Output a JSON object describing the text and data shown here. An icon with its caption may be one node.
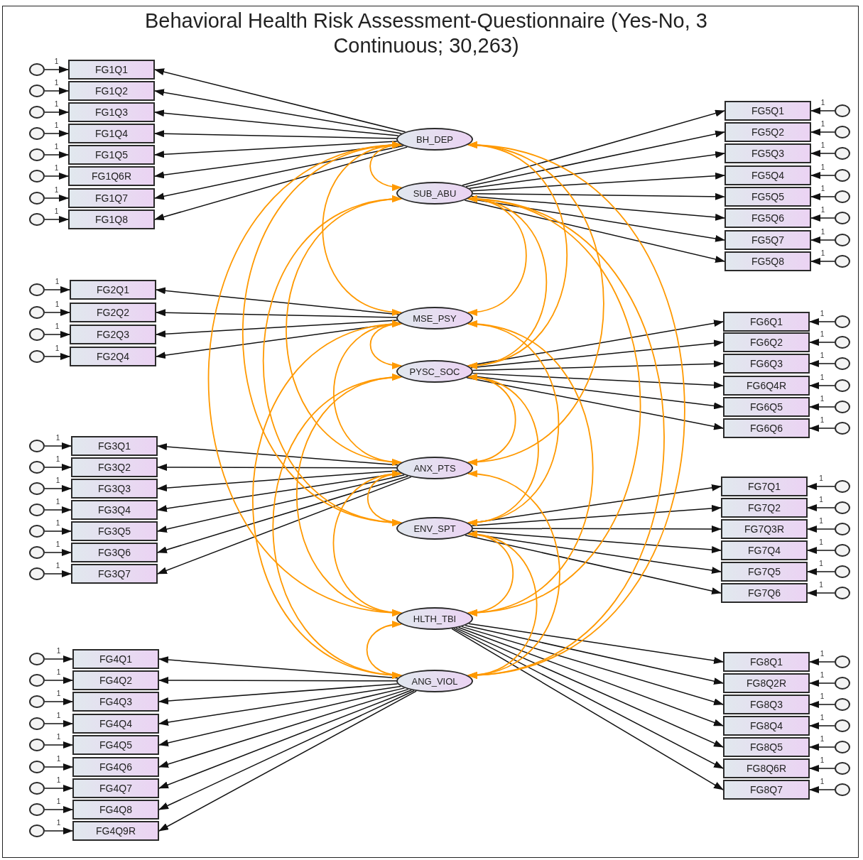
{
  "diagram": {
    "title": "Behavioral Health Risk Assessment-Questionnaire (Yes-No, 3 Continuous; 30,263)",
    "nodes": [
      {
        "text": [
          "BH_DEP"
        ]
      },
      {
        "text": [
          "SUB_ABU"
        ]
      },
      {
        "text": [
          "MSE_PSY"
        ]
      },
      {
        "text": [
          "PYSC_SOC"
        ]
      },
      {
        "text": [
          "ANX_PTS"
        ]
      },
      {
        "text": [
          "ENV_SPT"
        ]
      },
      {
        "text": [
          "HLTH_TBI"
        ]
      },
      {
        "text": [
          "ANG_VIOL"
        ]
      },
      {
        "text": [
          "FG1Q1"
        ]
      },
      {
        "text": [
          "FG1Q2"
        ]
      },
      {
        "text": [
          "FG1Q3"
        ]
      },
      {
        "text": [
          "FG1Q4"
        ]
      },
      {
        "text": [
          "FG1Q5"
        ]
      },
      {
        "text": [
          "FG1Q6R"
        ]
      },
      {
        "text": [
          "FG1Q7"
        ]
      },
      {
        "text": [
          "FG1Q8"
        ]
      },
      {
        "text": [
          "FG2Q1"
        ]
      },
      {
        "text": [
          "FG2Q2"
        ]
      },
      {
        "text": [
          "FG2Q3"
        ]
      },
      {
        "text": [
          "FG2Q4"
        ]
      },
      {
        "text": [
          "FG3Q1"
        ]
      },
      {
        "text": [
          "FG3Q2"
        ]
      },
      {
        "text": [
          "FG3Q3"
        ]
      },
      {
        "text": [
          "FG3Q4"
        ]
      },
      {
        "text": [
          "FG3Q5"
        ]
      },
      {
        "text": [
          "FG3Q6"
        ]
      },
      {
        "text": [
          "FG3Q7"
        ]
      },
      {
        "text": [
          "FG4Q1"
        ]
      },
      {
        "text": [
          "FG4Q2"
        ]
      },
      {
        "text": [
          "FG4Q3"
        ]
      },
      {
        "text": [
          "FG4Q4"
        ]
      },
      {
        "text": [
          "FG4Q5"
        ]
      },
      {
        "text": [
          "FG4Q6"
        ]
      },
      {
        "text": [
          "FG4Q7"
        ]
      },
      {
        "text": [
          "FG4Q8"
        ]
      },
      {
        "text": [
          "FG4Q9R"
        ]
      },
      {
        "text": [
          "FG5Q1"
        ]
      },
      {
        "text": [
          "FG5Q2"
        ]
      },
      {
        "text": [
          "FG5Q3"
        ]
      },
      {
        "text": [
          "FG5Q4"
        ]
      },
      {
        "text": [
          "FG5Q5"
        ]
      },
      {
        "text": [
          "FG5Q6"
        ]
      },
      {
        "text": [
          "FG5Q7"
        ]
      },
      {
        "text": [
          "FG5Q8"
        ]
      },
      {
        "text": [
          "FG6Q1"
        ]
      },
      {
        "text": [
          "FG6Q2"
        ]
      },
      {
        "text": [
          "FG6Q3"
        ]
      },
      {
        "text": [
          "FG6Q4R"
        ]
      },
      {
        "text": [
          "FG6Q5"
        ]
      },
      {
        "text": [
          "FG6Q6"
        ]
      },
      {
        "text": [
          "FG7Q1"
        ]
      },
      {
        "text": [
          "FG7Q2"
        ]
      },
      {
        "text": [
          "FG7Q3R"
        ]
      },
      {
        "text": [
          "FG7Q4"
        ]
      },
      {
        "text": [
          "FG7Q5"
        ]
      },
      {
        "text": [
          "FG7Q6"
        ]
      },
      {
        "text": [
          "FG8Q1"
        ]
      },
      {
        "text": [
          "FG8Q2R"
        ]
      },
      {
        "text": [
          "FG8Q3"
        ]
      },
      {
        "text": [
          "FG8Q4"
        ]
      },
      {
        "text": [
          "FG8Q5"
        ]
      },
      {
        "text": [
          "FG8Q6R"
        ]
      },
      {
        "text": [
          "FG8Q7"
        ]
      },
      {
        "text": [],
        "shape": "circle"
      },
      {
        "text": [],
        "shape": "circle"
      },
      {
        "text": [],
        "shape": "circle"
      },
      {
        "text": [],
        "shape": "circle"
      },
      {
        "text": [],
        "shape": "circle"
      },
      {
        "text": [],
        "shape": "circle"
      },
      {
        "text": [],
        "shape": "circle"
      },
      {
        "text": [],
        "shape": "circle"
      },
      {
        "text": [],
        "shape": "circle"
      },
      {
        "text": [],
        "shape": "circle"
      },
      {
        "text": [],
        "shape": "circle"
      },
      {
        "text": [],
        "shape": "circle"
      },
      {
        "text": [],
        "shape": "circle"
      },
      {
        "text": [],
        "shape": "circle"
      },
      {
        "text": [],
        "shape": "circle"
      },
      {
        "text": [],
        "shape": "circle"
      },
      {
        "text": [],
        "shape": "circle"
      },
      {
        "text": [],
        "shape": "circle"
      },
      {
        "text": [],
        "shape": "circle"
      },
      {
        "text": [],
        "shape": "circle"
      },
      {
        "text": [],
        "shape": "circle"
      },
      {
        "text": [],
        "shape": "circle"
      },
      {
        "text": [],
        "shape": "circle"
      },
      {
        "text": [],
        "shape": "circle"
      },
      {
        "text": [],
        "shape": "circle"
      },
      {
        "text": [],
        "shape": "circle"
      },
      {
        "text": [],
        "shape": "circle"
      },
      {
        "text": [],
        "shape": "circle"
      },
      {
        "text": [],
        "shape": "circle"
      },
      {
        "text": [],
        "shape": "circle"
      },
      {
        "text": [],
        "shape": "circle"
      },
      {
        "text": [],
        "shape": "circle"
      },
      {
        "text": [],
        "shape": "circle"
      },
      {
        "text": [],
        "shape": "circle"
      },
      {
        "text": [],
        "shape": "circle"
      },
      {
        "text": [],
        "shape": "circle"
      },
      {
        "text": [],
        "shape": "circle"
      },
      {
        "text": [],
        "shape": "circle"
      },
      {
        "text": [],
        "shape": "circle"
      },
      {
        "text": [],
        "shape": "circle"
      },
      {
        "text": [],
        "shape": "circle"
      },
      {
        "text": [],
        "shape": "circle"
      },
      {
        "text": [],
        "shape": "circle"
      },
      {
        "text": [],
        "shape": "circle"
      },
      {
        "text": [],
        "shape": "circle"
      },
      {
        "text": [],
        "shape": "circle"
      },
      {
        "text": [],
        "shape": "circle"
      },
      {
        "text": [],
        "shape": "circle"
      },
      {
        "text": [],
        "shape": "circle"
      },
      {
        "text": [],
        "shape": "circle"
      },
      {
        "text": [],
        "shape": "circle"
      },
      {
        "text": [],
        "shape": "circle"
      },
      {
        "text": [],
        "shape": "circle"
      },
      {
        "text": [],
        "shape": "circle"
      },
      {
        "text": [],
        "shape": "circle"
      }
    ],
    "edges": [
      {
        "from": 0,
        "to": 8,
        "arrow": "to"
      },
      {
        "from": 0,
        "to": 9,
        "arrow": "to"
      },
      {
        "from": 0,
        "to": 10,
        "arrow": "to"
      },
      {
        "from": 0,
        "to": 11,
        "arrow": "to"
      },
      {
        "from": 0,
        "to": 12,
        "arrow": "to"
      },
      {
        "from": 0,
        "to": 13,
        "arrow": "to"
      },
      {
        "from": 0,
        "to": 14,
        "arrow": "to"
      },
      {
        "from": 0,
        "to": 15,
        "arrow": "to"
      },
      {
        "from": 2,
        "to": 16,
        "arrow": "to"
      },
      {
        "from": 2,
        "to": 17,
        "arrow": "to"
      },
      {
        "from": 2,
        "to": 18,
        "arrow": "to"
      },
      {
        "from": 2,
        "to": 19,
        "arrow": "to"
      },
      {
        "from": 4,
        "to": 20,
        "arrow": "to"
      },
      {
        "from": 4,
        "to": 21,
        "arrow": "to"
      },
      {
        "from": 4,
        "to": 22,
        "arrow": "to"
      },
      {
        "from": 4,
        "to": 23,
        "arrow": "to"
      },
      {
        "from": 4,
        "to": 24,
        "arrow": "to"
      },
      {
        "from": 4,
        "to": 25,
        "arrow": "to"
      },
      {
        "from": 4,
        "to": 26,
        "arrow": "to"
      },
      {
        "from": 7,
        "to": 27,
        "arrow": "to"
      },
      {
        "from": 7,
        "to": 28,
        "arrow": "to"
      },
      {
        "from": 7,
        "to": 29,
        "arrow": "to"
      },
      {
        "from": 7,
        "to": 30,
        "arrow": "to"
      },
      {
        "from": 7,
        "to": 31,
        "arrow": "to"
      },
      {
        "from": 7,
        "to": 32,
        "arrow": "to"
      },
      {
        "from": 7,
        "to": 33,
        "arrow": "to"
      },
      {
        "from": 7,
        "to": 34,
        "arrow": "to"
      },
      {
        "from": 7,
        "to": 35,
        "arrow": "to"
      },
      {
        "from": 1,
        "to": 36,
        "arrow": "to"
      },
      {
        "from": 1,
        "to": 37,
        "arrow": "to"
      },
      {
        "from": 1,
        "to": 38,
        "arrow": "to"
      },
      {
        "from": 1,
        "to": 39,
        "arrow": "to"
      },
      {
        "from": 1,
        "to": 40,
        "arrow": "to"
      },
      {
        "from": 1,
        "to": 41,
        "arrow": "to"
      },
      {
        "from": 1,
        "to": 42,
        "arrow": "to"
      },
      {
        "from": 1,
        "to": 43,
        "arrow": "to"
      },
      {
        "from": 3,
        "to": 44,
        "arrow": "to"
      },
      {
        "from": 3,
        "to": 45,
        "arrow": "to"
      },
      {
        "from": 3,
        "to": 46,
        "arrow": "to"
      },
      {
        "from": 3,
        "to": 47,
        "arrow": "to"
      },
      {
        "from": 3,
        "to": 48,
        "arrow": "to"
      },
      {
        "from": 3,
        "to": 49,
        "arrow": "to"
      },
      {
        "from": 5,
        "to": 50,
        "arrow": "to"
      },
      {
        "from": 5,
        "to": 51,
        "arrow": "to"
      },
      {
        "from": 5,
        "to": 52,
        "arrow": "to"
      },
      {
        "from": 5,
        "to": 53,
        "arrow": "to"
      },
      {
        "from": 5,
        "to": 54,
        "arrow": "to"
      },
      {
        "from": 5,
        "to": 55,
        "arrow": "to"
      },
      {
        "from": 6,
        "to": 56,
        "arrow": "to"
      },
      {
        "from": 6,
        "to": 57,
        "arrow": "to"
      },
      {
        "from": 6,
        "to": 58,
        "arrow": "to"
      },
      {
        "from": 6,
        "to": 59,
        "arrow": "to"
      },
      {
        "from": 6,
        "to": 60,
        "arrow": "to"
      },
      {
        "from": 6,
        "to": 61,
        "arrow": "to"
      },
      {
        "from": 6,
        "to": 62,
        "arrow": "to"
      },
      {
        "from": 63,
        "to": 8,
        "arrow": "to",
        "label": "1"
      },
      {
        "from": 64,
        "to": 9,
        "arrow": "to",
        "label": "1"
      },
      {
        "from": 65,
        "to": 10,
        "arrow": "to",
        "label": "1"
      },
      {
        "from": 66,
        "to": 11,
        "arrow": "to",
        "label": "1"
      },
      {
        "from": 67,
        "to": 12,
        "arrow": "to",
        "label": "1"
      },
      {
        "from": 68,
        "to": 13,
        "arrow": "to",
        "label": "1"
      },
      {
        "from": 69,
        "to": 14,
        "arrow": "to",
        "label": "1"
      },
      {
        "from": 70,
        "to": 15,
        "arrow": "to",
        "label": "1"
      },
      {
        "from": 71,
        "to": 16,
        "arrow": "to",
        "label": "1"
      },
      {
        "from": 72,
        "to": 17,
        "arrow": "to",
        "label": "1"
      },
      {
        "from": 73,
        "to": 18,
        "arrow": "to",
        "label": "1"
      },
      {
        "from": 74,
        "to": 19,
        "arrow": "to",
        "label": "1"
      },
      {
        "from": 75,
        "to": 20,
        "arrow": "to",
        "label": "1"
      },
      {
        "from": 76,
        "to": 21,
        "arrow": "to",
        "label": "1"
      },
      {
        "from": 77,
        "to": 22,
        "arrow": "to",
        "label": "1"
      },
      {
        "from": 78,
        "to": 23,
        "arrow": "to",
        "label": "1"
      },
      {
        "from": 79,
        "to": 24,
        "arrow": "to",
        "label": "1"
      },
      {
        "from": 80,
        "to": 25,
        "arrow": "to",
        "label": "1"
      },
      {
        "from": 81,
        "to": 26,
        "arrow": "to",
        "label": "1"
      },
      {
        "from": 82,
        "to": 27,
        "arrow": "to",
        "label": "1"
      },
      {
        "from": 83,
        "to": 28,
        "arrow": "to",
        "label": "1"
      },
      {
        "from": 84,
        "to": 29,
        "arrow": "to",
        "label": "1"
      },
      {
        "from": 85,
        "to": 30,
        "arrow": "to",
        "label": "1"
      },
      {
        "from": 86,
        "to": 31,
        "arrow": "to",
        "label": "1"
      },
      {
        "from": 87,
        "to": 32,
        "arrow": "to",
        "label": "1"
      },
      {
        "from": 88,
        "to": 33,
        "arrow": "to",
        "label": "1"
      },
      {
        "from": 89,
        "to": 34,
        "arrow": "to",
        "label": "1"
      },
      {
        "from": 90,
        "to": 35,
        "arrow": "to",
        "label": "1"
      },
      {
        "from": 91,
        "to": 36,
        "arrow": "to",
        "label": "1"
      },
      {
        "from": 92,
        "to": 37,
        "arrow": "to",
        "label": "1"
      },
      {
        "from": 93,
        "to": 38,
        "arrow": "to",
        "label": "1"
      },
      {
        "from": 94,
        "to": 39,
        "arrow": "to",
        "label": "1"
      },
      {
        "from": 95,
        "to": 40,
        "arrow": "to",
        "label": "1"
      },
      {
        "from": 96,
        "to": 41,
        "arrow": "to",
        "label": "1"
      },
      {
        "from": 97,
        "to": 42,
        "arrow": "to",
        "label": "1"
      },
      {
        "from": 98,
        "to": 43,
        "arrow": "to",
        "label": "1"
      },
      {
        "from": 99,
        "to": 44,
        "arrow": "to",
        "label": "1"
      },
      {
        "from": 100,
        "to": 45,
        "arrow": "to",
        "label": "1"
      },
      {
        "from": 101,
        "to": 46,
        "arrow": "to",
        "label": "1"
      },
      {
        "from": 102,
        "to": 47,
        "arrow": "to",
        "label": "1"
      },
      {
        "from": 103,
        "to": 48,
        "arrow": "to",
        "label": "1"
      },
      {
        "from": 104,
        "to": 49,
        "arrow": "to",
        "label": "1"
      },
      {
        "from": 105,
        "to": 50,
        "arrow": "to",
        "label": "1"
      },
      {
        "from": 106,
        "to": 51,
        "arrow": "to",
        "label": "1"
      },
      {
        "from": 107,
        "to": 52,
        "arrow": "to",
        "label": "1"
      },
      {
        "from": 108,
        "to": 53,
        "arrow": "to",
        "label": "1"
      },
      {
        "from": 109,
        "to": 54,
        "arrow": "to",
        "label": "1"
      },
      {
        "from": 110,
        "to": 55,
        "arrow": "to",
        "label": "1"
      },
      {
        "from": 111,
        "to": 56,
        "arrow": "to",
        "label": "1"
      },
      {
        "from": 112,
        "to": 57,
        "arrow": "to",
        "label": "1"
      },
      {
        "from": 113,
        "to": 58,
        "arrow": "to",
        "label": "1"
      },
      {
        "from": 114,
        "to": 59,
        "arrow": "to",
        "label": "1"
      },
      {
        "from": 115,
        "to": 60,
        "arrow": "to",
        "label": "1"
      },
      {
        "from": 116,
        "to": 61,
        "arrow": "to",
        "label": "1"
      },
      {
        "from": 117,
        "to": 62,
        "arrow": "to",
        "label": "1"
      },
      {
        "from": 0,
        "to": 1,
        "arrow": "both",
        "color": "#ff9900"
      },
      {
        "from": 0,
        "to": 2,
        "arrow": "both",
        "color": "#ff9900"
      },
      {
        "from": 0,
        "to": 3,
        "arrow": "both",
        "color": "#ff9900"
      },
      {
        "from": 0,
        "to": 4,
        "arrow": "both",
        "color": "#ff9900"
      },
      {
        "from": 0,
        "to": 5,
        "arrow": "both",
        "color": "#ff9900"
      },
      {
        "from": 0,
        "to": 6,
        "arrow": "both",
        "color": "#ff9900"
      },
      {
        "from": 0,
        "to": 7,
        "arrow": "both",
        "color": "#ff9900"
      },
      {
        "from": 1,
        "to": 2,
        "arrow": "both",
        "color": "#ff9900"
      },
      {
        "from": 1,
        "to": 3,
        "arrow": "both",
        "color": "#ff9900"
      },
      {
        "from": 1,
        "to": 4,
        "arrow": "both",
        "color": "#ff9900"
      },
      {
        "from": 1,
        "to": 5,
        "arrow": "both",
        "color": "#ff9900"
      },
      {
        "from": 1,
        "to": 6,
        "arrow": "both",
        "color": "#ff9900"
      },
      {
        "from": 1,
        "to": 7,
        "arrow": "both",
        "color": "#ff9900"
      },
      {
        "from": 2,
        "to": 3,
        "arrow": "both",
        "color": "#ff9900"
      },
      {
        "from": 2,
        "to": 4,
        "arrow": "both",
        "color": "#ff9900"
      },
      {
        "from": 2,
        "to": 5,
        "arrow": "both",
        "color": "#ff9900"
      },
      {
        "from": 2,
        "to": 6,
        "arrow": "both",
        "color": "#ff9900"
      },
      {
        "from": 2,
        "to": 7,
        "arrow": "both",
        "color": "#ff9900"
      },
      {
        "from": 3,
        "to": 4,
        "arrow": "both",
        "color": "#ff9900"
      },
      {
        "from": 3,
        "to": 5,
        "arrow": "both",
        "color": "#ff9900"
      },
      {
        "from": 3,
        "to": 6,
        "arrow": "both",
        "color": "#ff9900"
      },
      {
        "from": 3,
        "to": 7,
        "arrow": "both",
        "color": "#ff9900"
      },
      {
        "from": 4,
        "to": 5,
        "arrow": "both",
        "color": "#ff9900"
      },
      {
        "from": 4,
        "to": 6,
        "arrow": "both",
        "color": "#ff9900"
      },
      {
        "from": 4,
        "to": 7,
        "arrow": "both",
        "color": "#ff9900"
      },
      {
        "from": 5,
        "to": 6,
        "arrow": "both",
        "color": "#ff9900"
      },
      {
        "from": 5,
        "to": 7,
        "arrow": "both",
        "color": "#ff9900"
      },
      {
        "from": 6,
        "to": 7,
        "arrow": "both",
        "color": "#ff9900"
      }
    ]
  }
}
